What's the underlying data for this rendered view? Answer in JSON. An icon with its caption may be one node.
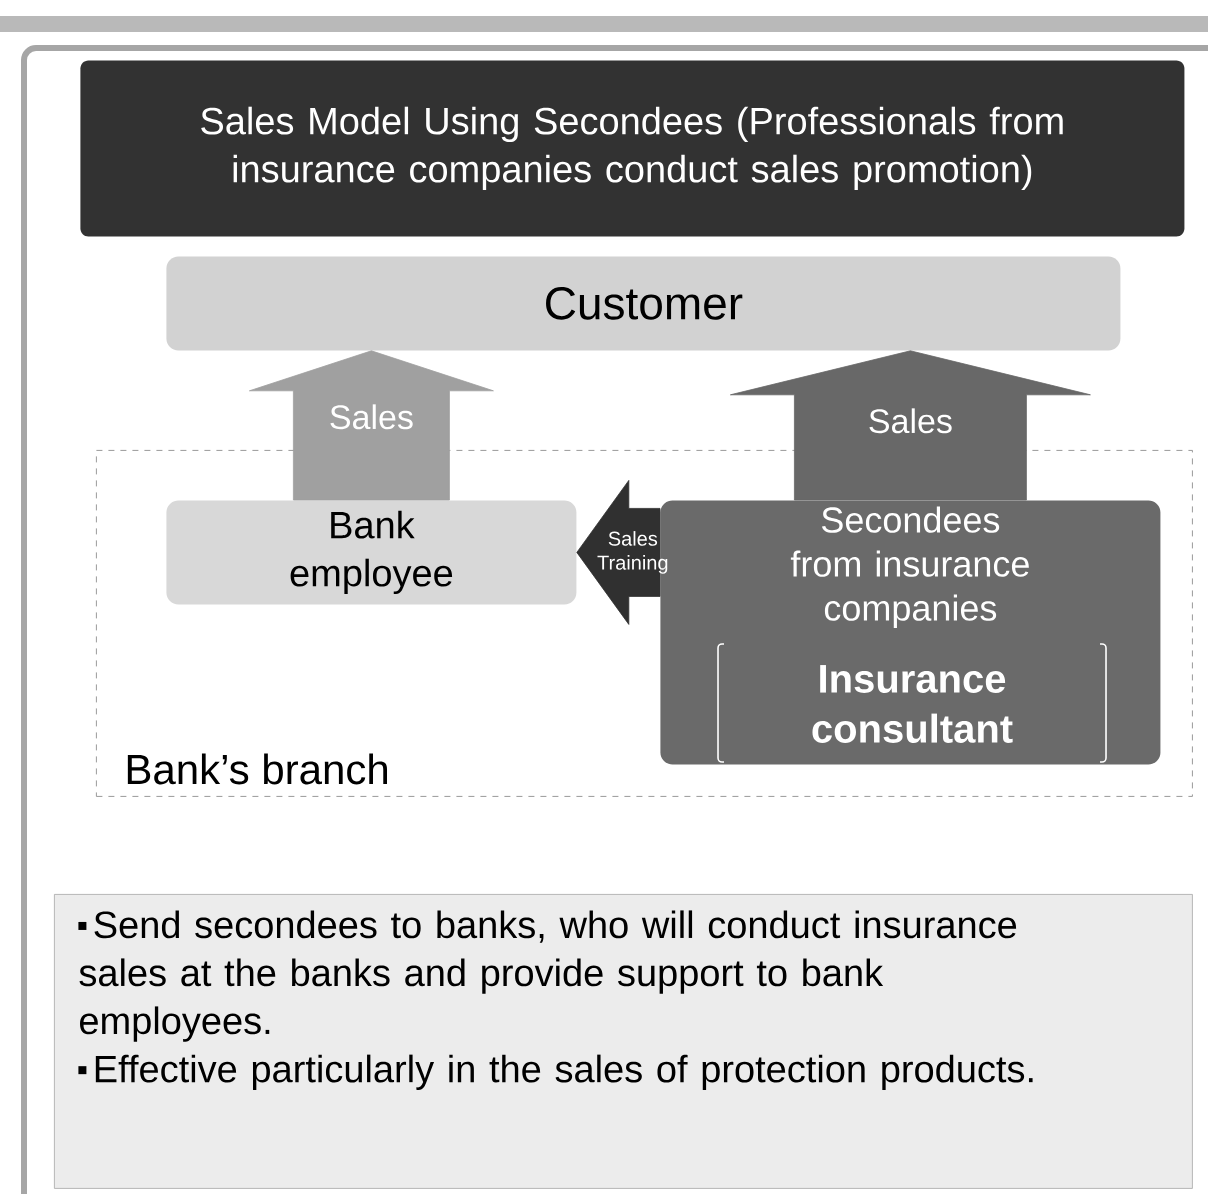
{
  "diagram": {
    "nodes": [
      {
        "text": [
          "Sales Model Using Secondees (Professionals from insurance companies conduct sales promotion)"
        ]
      },
      {
        "text": [
          "Customer"
        ]
      },
      {
        "text": [
          "Bank’s branch"
        ]
      },
      {
        "text": [
          "Bank employee"
        ],
        "in": 2
      },
      {
        "text": [
          "Secondees from insurance companies",
          "Insurance consultant"
        ],
        "in": 2
      },
      {
        "text": [
          "Send secondees to banks, who will conduct insurance sales at the banks and provide support to bank employees.",
          "Effective particularly in the sales of protection products."
        ]
      }
    ],
    "edges": [
      {
        "from": 3,
        "to": 1,
        "arrow": "to",
        "label": "Sales",
        "color": "#a0a0a0"
      },
      {
        "from": 4,
        "to": 1,
        "arrow": "to",
        "label": "Sales",
        "color": "#686868"
      },
      {
        "from": 4,
        "to": 3,
        "arrow": "to",
        "label": "Sales Training",
        "color": "#303030"
      }
    ]
  }
}
